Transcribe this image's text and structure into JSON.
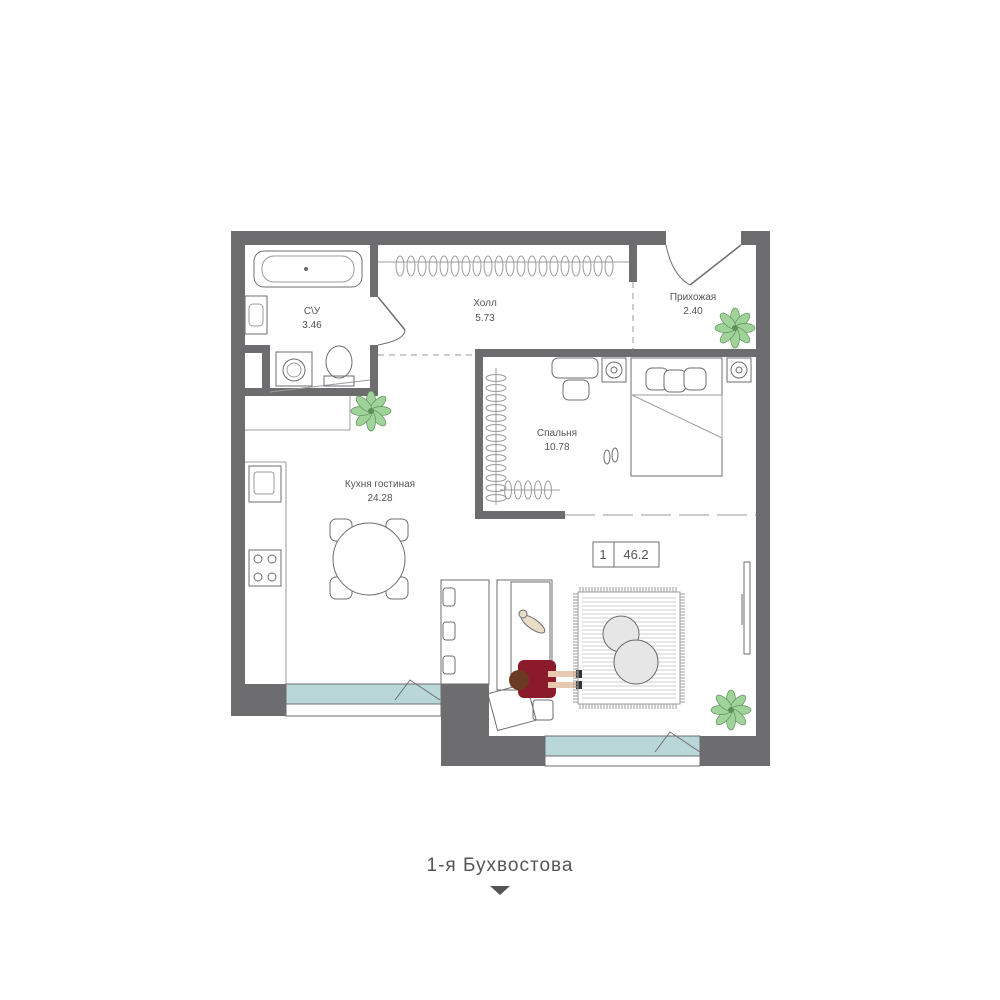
{
  "plan": {
    "rooms": [
      {
        "id": "bathroom",
        "name": "С\\У",
        "area": "3.46"
      },
      {
        "id": "hall",
        "name": "Холл",
        "area": "5.73"
      },
      {
        "id": "entry",
        "name": "Прихожая",
        "area": "2.40"
      },
      {
        "id": "bedroom",
        "name": "Спальня",
        "area": "10.78"
      },
      {
        "id": "kitchen",
        "name": "Кухня гостиная",
        "area": "24.28"
      }
    ],
    "badge": {
      "rooms": "1",
      "total_area": "46.2"
    }
  },
  "footer": {
    "street": "1-я Бухвостова"
  },
  "colors": {
    "wall": "#6d6d6f",
    "window": "#b9d6d8",
    "line": "#9b9b9b",
    "plant": "#9fd39a",
    "chair": "#8b1a2b"
  },
  "icons": [
    "bathtub-icon",
    "toilet-icon",
    "washing-machine-icon",
    "sink-icon",
    "stove-icon",
    "bed-icon",
    "plant-icon",
    "dining-table-icon",
    "sofa-icon",
    "rug-icon",
    "person-icon",
    "dog-icon"
  ]
}
